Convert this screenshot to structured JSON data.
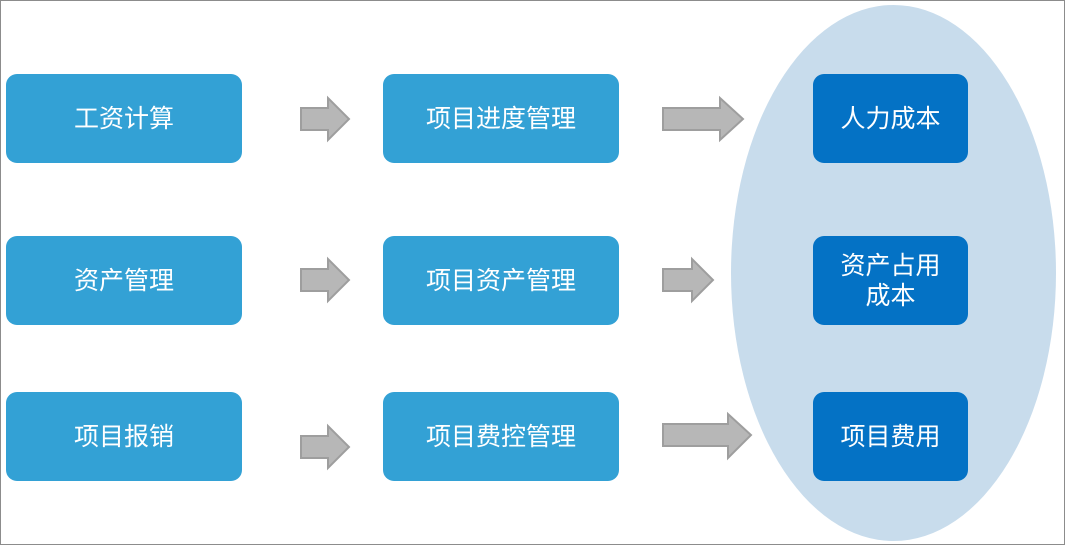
{
  "diagram": {
    "sources": [
      {
        "label": "工资计算"
      },
      {
        "label": "资产管理"
      },
      {
        "label": "项目报销"
      }
    ],
    "processes": [
      {
        "label": "项目进度管理"
      },
      {
        "label": "项目资产管理"
      },
      {
        "label": "项目费控管理"
      }
    ],
    "outputs": [
      {
        "lines": [
          "人力成本"
        ]
      },
      {
        "lines": [
          "资产占用",
          "成本"
        ]
      },
      {
        "lines": [
          "项目费用"
        ]
      }
    ],
    "colors": {
      "source_box": "#33a1d5",
      "process_box": "#33a1d5",
      "output_box": "#0472c5",
      "ellipse": "#c8dcec",
      "arrow_fill": "#b7b7b7",
      "arrow_stroke": "#9e9e9e"
    }
  }
}
